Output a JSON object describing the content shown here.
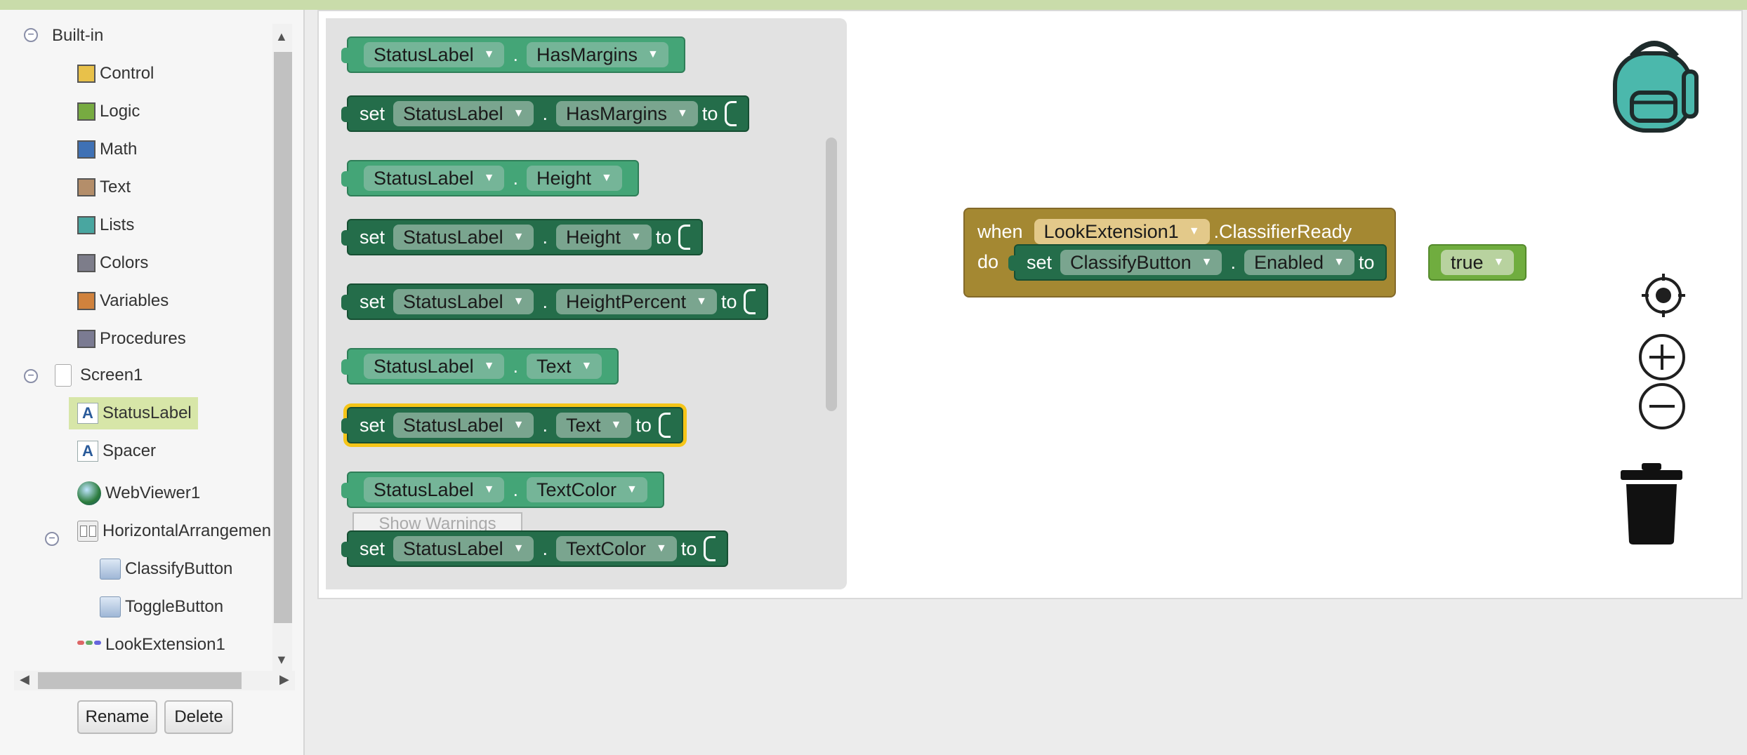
{
  "tree": {
    "builtin_label": "Built-in",
    "builtin_items": [
      {
        "label": "Control",
        "color": "#e8c14a"
      },
      {
        "label": "Logic",
        "color": "#77ab41"
      },
      {
        "label": "Math",
        "color": "#3f71b5"
      },
      {
        "label": "Text",
        "color": "#b48e6a"
      },
      {
        "label": "Lists",
        "color": "#49a6a0"
      },
      {
        "label": "Colors",
        "color": "#7d7d8a"
      },
      {
        "label": "Variables",
        "color": "#d0823d"
      },
      {
        "label": "Procedures",
        "color": "#7b7b92"
      }
    ],
    "screen_label": "Screen1",
    "components": [
      "StatusLabel",
      "Spacer",
      "WebViewer1",
      "HorizontalArrangemen",
      "ClassifyButton",
      "ToggleButton",
      "LookExtension1"
    ]
  },
  "buttons": {
    "rename": "Rename",
    "delete": "Delete"
  },
  "flyout": {
    "blocks": [
      {
        "kind": "getter",
        "component": "StatusLabel",
        "property": "HasMargins"
      },
      {
        "kind": "setter",
        "set": "set",
        "component": "StatusLabel",
        "property": "HasMargins",
        "to": "to"
      },
      {
        "kind": "getter",
        "component": "StatusLabel",
        "property": "Height"
      },
      {
        "kind": "setter",
        "set": "set",
        "component": "StatusLabel",
        "property": "Height",
        "to": "to"
      },
      {
        "kind": "setter",
        "set": "set",
        "component": "StatusLabel",
        "property": "HeightPercent",
        "to": "to"
      },
      {
        "kind": "getter",
        "component": "StatusLabel",
        "property": "Text"
      },
      {
        "kind": "setter",
        "set": "set",
        "component": "StatusLabel",
        "property": "Text",
        "to": "to"
      },
      {
        "kind": "getter",
        "component": "StatusLabel",
        "property": "TextColor"
      },
      {
        "kind": "setter",
        "set": "set",
        "component": "StatusLabel",
        "property": "TextColor",
        "to": "to"
      }
    ],
    "warnings_label": "Show Warnings"
  },
  "event": {
    "when": "when",
    "component": "LookExtension1",
    "event_name": ".ClassifierReady",
    "do": "do",
    "set": "set",
    "target": "ClassifyButton",
    "property": "Enabled",
    "to": "to",
    "value": "true"
  },
  "dot": "."
}
